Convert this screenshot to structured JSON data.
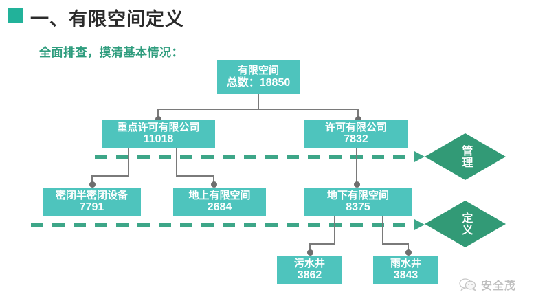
{
  "header": {
    "marker_color": "#22b29a",
    "title": "一、有限空间定义",
    "subtitle": "全面排查，摸清基本情况："
  },
  "palette": {
    "box_fill": "#4ec4bd",
    "diamond_fill": "#329a76",
    "rail": "#3da688",
    "connector": "#7a7a7a",
    "title_text": "#2b2b2b",
    "subtitle_text": "#2f9d7e"
  },
  "diagram": {
    "type": "org-tree",
    "nodes": [
      {
        "id": "root",
        "level": 0,
        "label": "有限空间",
        "value": "总数：18850"
      },
      {
        "id": "key-licensed",
        "level": 1,
        "label": "重点许可有限公司",
        "value": "11018"
      },
      {
        "id": "licensed",
        "level": 1,
        "label": "许可有限公司",
        "value": "7832"
      },
      {
        "id": "sealed",
        "level": 2,
        "label": "密闭半密闭设备",
        "value": "7791"
      },
      {
        "id": "aboveground",
        "level": 2,
        "label": "地上有限空间",
        "value": "2684"
      },
      {
        "id": "underground",
        "level": 2,
        "label": "地下有限空间",
        "value": "8375"
      },
      {
        "id": "sewage-well",
        "level": 3,
        "label": "污水井",
        "value": "3862"
      },
      {
        "id": "storm-well",
        "level": 3,
        "label": "雨水井",
        "value": "3843"
      }
    ],
    "edges": [
      {
        "from": "root",
        "to": "key-licensed"
      },
      {
        "from": "root",
        "to": "licensed"
      },
      {
        "from": "key-licensed",
        "to": "sealed"
      },
      {
        "from": "key-licensed",
        "to": "aboveground"
      },
      {
        "from": "licensed",
        "to": "underground"
      },
      {
        "from": "underground",
        "to": "sewage-well"
      },
      {
        "from": "underground",
        "to": "storm-well"
      }
    ],
    "bands": [
      {
        "id": "management",
        "label": "管理"
      },
      {
        "id": "definition",
        "label": "定义"
      }
    ]
  },
  "watermark": {
    "text": "安全茂",
    "icon": "wechat-bubbles-icon"
  }
}
